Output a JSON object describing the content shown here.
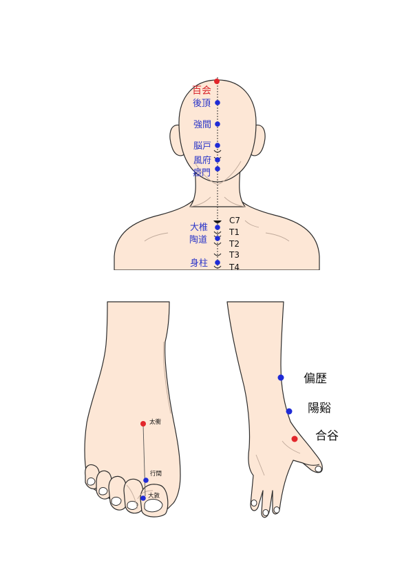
{
  "colors": {
    "red_point": "#e2262b",
    "blue_point": "#1f2bd6",
    "skin": "#fde7d6",
    "outline": "#2b2b2b"
  },
  "head_points": [
    {
      "label": "百会",
      "color": "red"
    },
    {
      "label": "後頂",
      "color": "blue"
    },
    {
      "label": "強間",
      "color": "blue"
    },
    {
      "label": "脳戸",
      "color": "blue"
    },
    {
      "label": "風府",
      "color": "blue"
    },
    {
      "label": "瘂門",
      "color": "blue"
    },
    {
      "label": "大椎",
      "color": "blue"
    },
    {
      "label": "陶道",
      "color": "blue"
    },
    {
      "label": "身柱",
      "color": "blue"
    }
  ],
  "vertebrae": [
    "C7",
    "T1",
    "T2",
    "T3",
    "T4"
  ],
  "arm_points": [
    {
      "label": "偏歴",
      "color": "blue"
    },
    {
      "label": "陽谿",
      "color": "blue"
    },
    {
      "label": "合谷",
      "color": "red"
    }
  ],
  "foot_points": [
    {
      "label": "太衝",
      "color": "red"
    },
    {
      "label": "行間",
      "color": "blue"
    },
    {
      "label": "大敦",
      "color": "blue"
    }
  ]
}
